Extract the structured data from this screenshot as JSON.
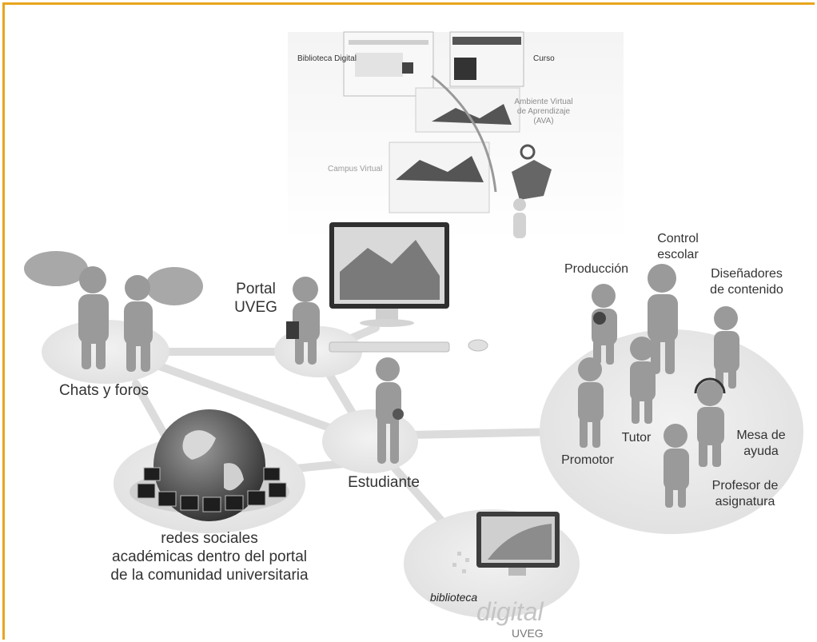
{
  "colors": {
    "frame": "#e8a51e",
    "figure": "#9a9a9a",
    "figure_dark": "#6f6f6f",
    "ellipse": "#e6e6e6",
    "link": "#dcdcdc",
    "screen": "#555555"
  },
  "top": {
    "biblioteca": "Biblioteca Digital",
    "curso": "Curso",
    "ava": [
      "Ambiente Virtual",
      "de Aprendizaje",
      "(AVA)"
    ],
    "campus": "Campus Virtual"
  },
  "nodes": {
    "portal": [
      "Portal",
      "UVEG"
    ],
    "chats": "Chats y foros",
    "estudiante": "Estudiante",
    "redes": [
      "redes sociales",
      "académicas dentro del portal",
      "de la comunidad universitaria"
    ],
    "bib_small": "biblioteca",
    "bib_big": "digital",
    "bib_uveg": "UVEG"
  },
  "staff": {
    "control": [
      "Control",
      "escolar"
    ],
    "produccion": "Producción",
    "disenadores": [
      "Diseñadores",
      "de contenido"
    ],
    "tutor": "Tutor",
    "promotor": "Promotor",
    "mesa": [
      "Mesa de",
      "ayuda"
    ],
    "profesor": [
      "Profesor de",
      "asignatura"
    ]
  }
}
